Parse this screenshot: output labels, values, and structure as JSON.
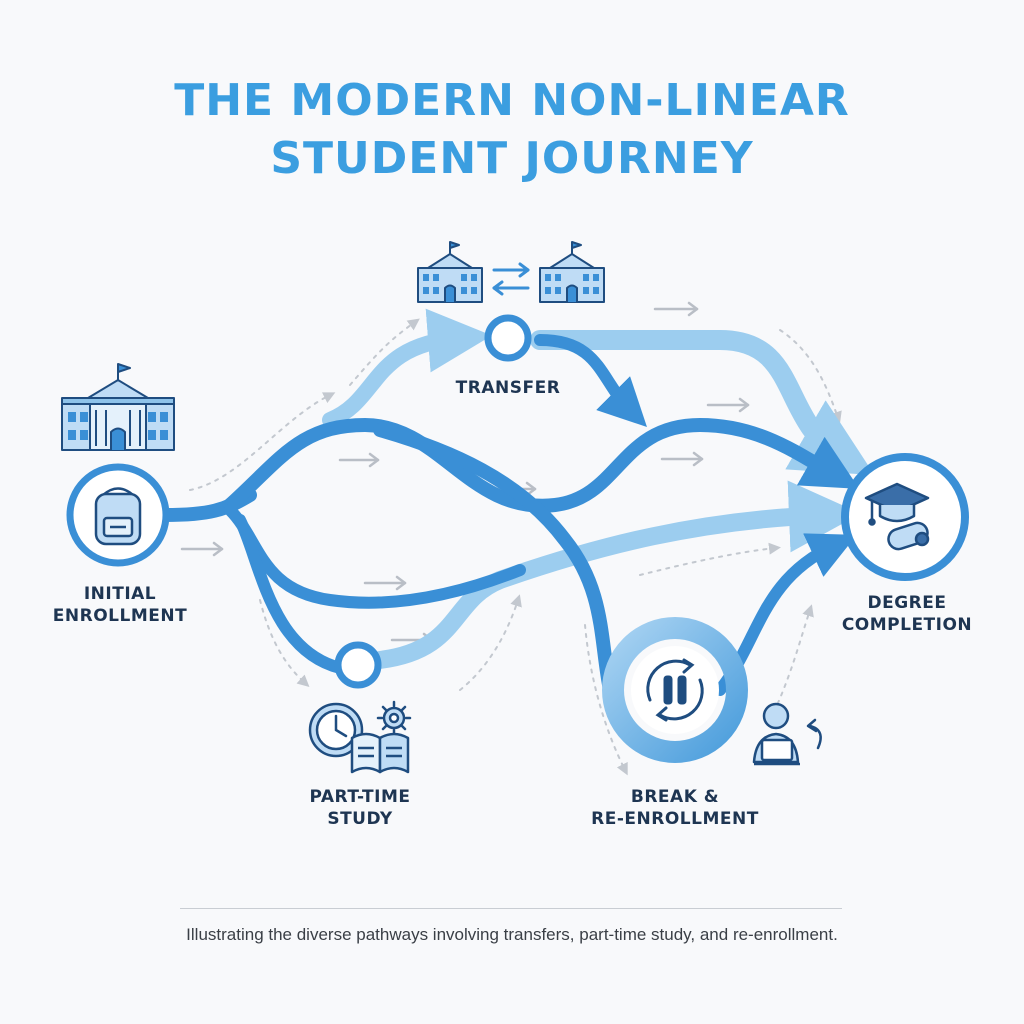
{
  "title": {
    "line1": "THE MODERN NON-LINEAR",
    "line2": "STUDENT JOURNEY"
  },
  "nodes": {
    "initial": {
      "line1": "INITIAL",
      "line2": "ENROLLMENT"
    },
    "transfer": {
      "line1": "TRANSFER"
    },
    "part_time": {
      "line1": "PART-TIME",
      "line2": "STUDY"
    },
    "break": {
      "line1": "BREAK &",
      "line2": "RE-ENROLLMENT"
    },
    "degree": {
      "line1": "DEGREE",
      "line2": "COMPLETION"
    }
  },
  "caption": "Illustrating the diverse pathways involving transfers, part-time study, and re-enrollment.",
  "colors": {
    "title": "#3b9ee0",
    "path_dark": "#3a8fd6",
    "path_light": "#8cc4ec",
    "icon_stroke": "#1f4d80",
    "icon_fill": "#bfdcf5",
    "label": "#1e3552"
  }
}
